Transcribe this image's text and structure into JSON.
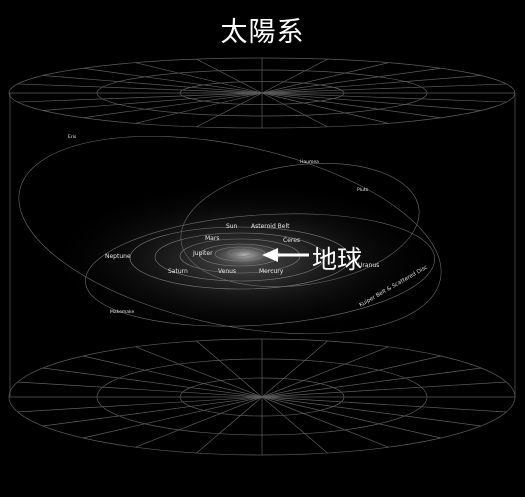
{
  "title": "太陽系",
  "earth_label": "地球",
  "objects": {
    "eris": "Eris",
    "haumea": "Haumea",
    "pluto": "Pluto",
    "sun": "Sun",
    "asteroid_belt": "Asteroid Belt",
    "mars": "Mars",
    "ceres": "Ceres",
    "jupiter": "Jupiter",
    "neptune": "Neptune",
    "uranus": "Uranus",
    "saturn": "Saturn",
    "venus": "Venus",
    "mercury": "Mercury",
    "makemake": "Makemake",
    "kuiper_belt": "Kuiper Belt & Scattered Disc"
  },
  "colors": {
    "background": "#000000",
    "grid_line": "#5a5a5a",
    "text": "#ffffff",
    "arrow": "#ffffff"
  }
}
